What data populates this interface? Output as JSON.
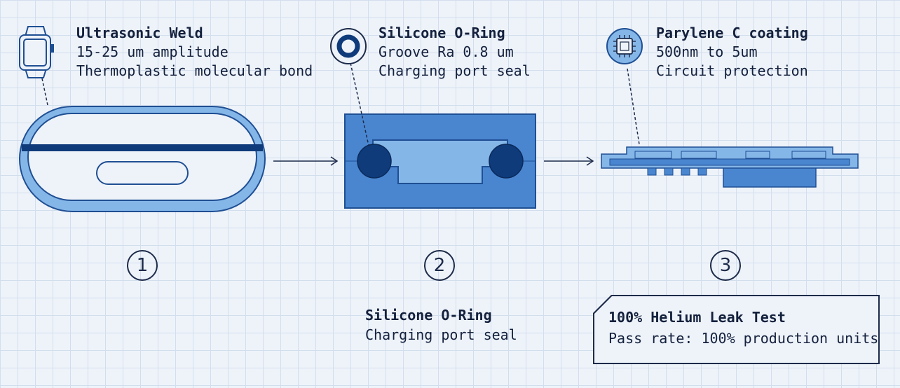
{
  "stages": [
    {
      "title": "Ultrasonic Weld",
      "line1": "15-25 um amplitude",
      "line2": "Thermoplastic molecular bond",
      "icon": "watch-icon",
      "step": "1"
    },
    {
      "title": "Silicone O-Ring",
      "line1": "Groove Ra 0.8 um",
      "line2": "Charging port seal",
      "icon": "o-ring-icon",
      "step": "2"
    },
    {
      "title": "Parylene C coating",
      "line1": "500nm to 5um",
      "line2": "Circuit protection",
      "icon": "chip-icon",
      "step": "3"
    }
  ],
  "note": {
    "title": "Silicone O-Ring",
    "line1": "Charging port seal"
  },
  "callout": {
    "title": "100% Helium Leak Test",
    "line1": "Pass rate: 100% production units"
  },
  "colors": {
    "ink": "#14213d",
    "blue_dark": "#0f3b7a",
    "blue_mid": "#4a86d0",
    "blue_light": "#85b6e8",
    "grid": "#d3deed"
  }
}
